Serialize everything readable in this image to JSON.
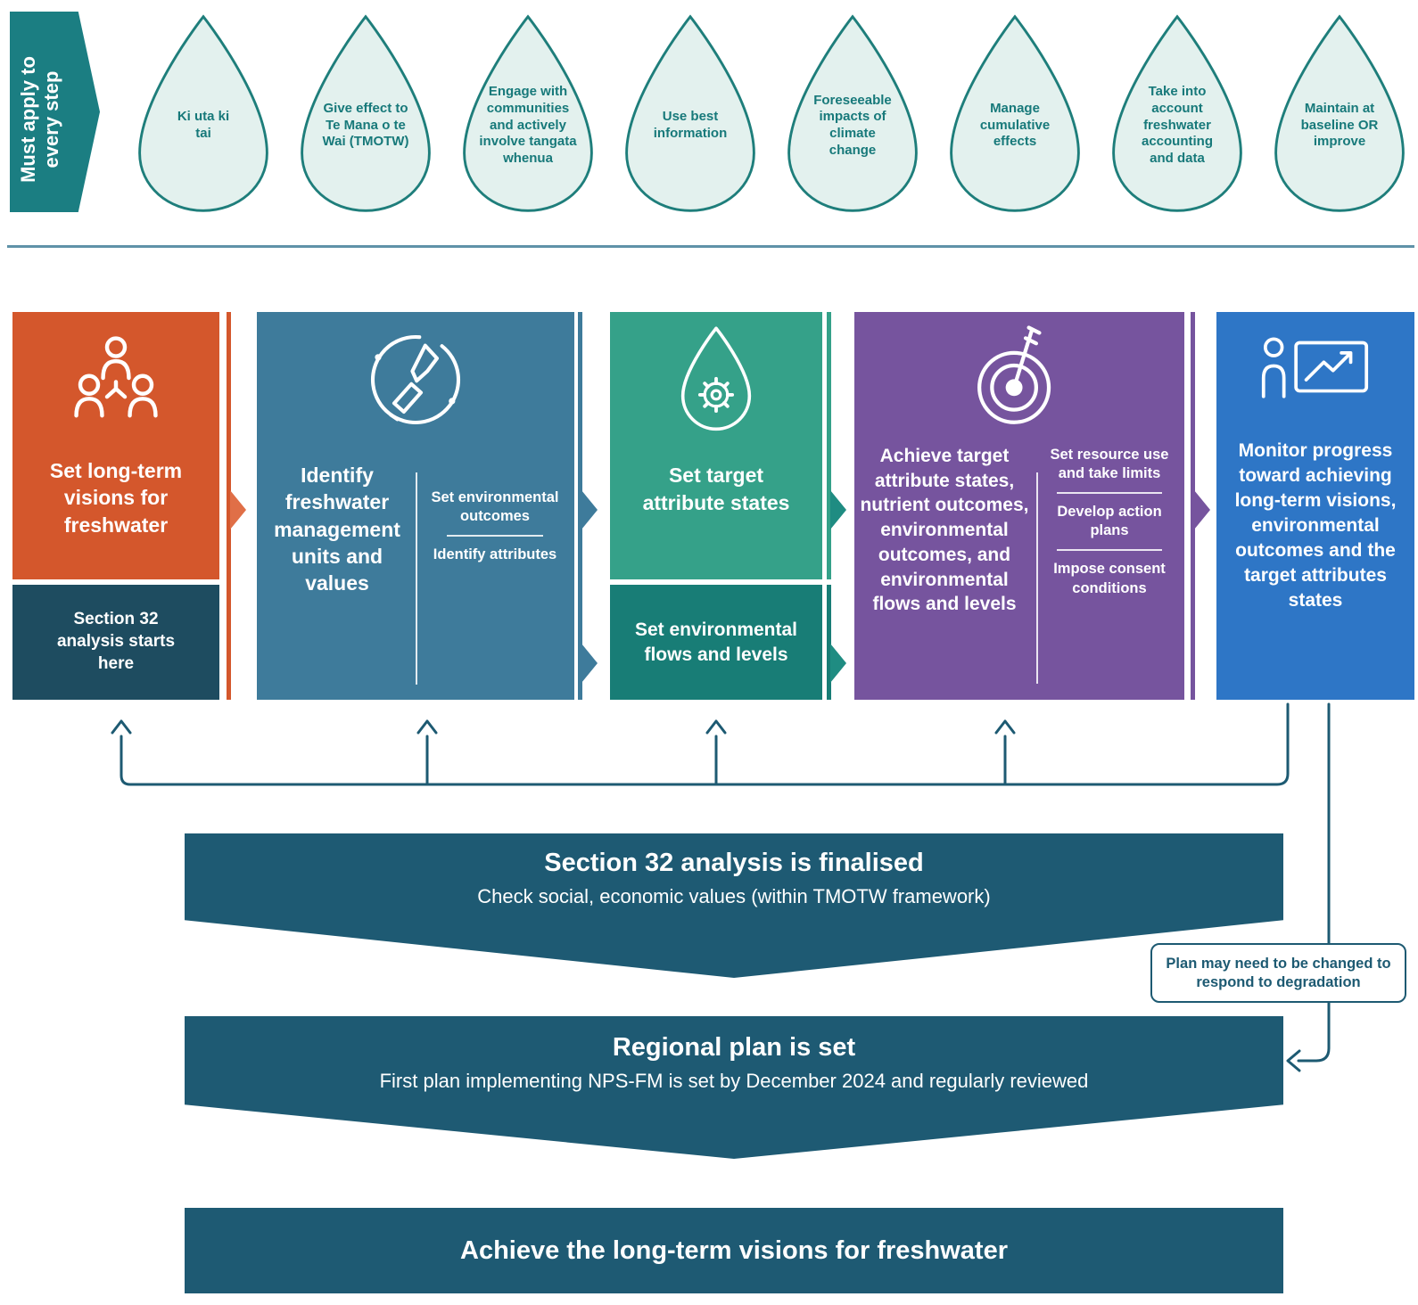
{
  "ribbon": {
    "line1": "Must apply to",
    "line2": "every step"
  },
  "droplets": [
    "Ki uta ki tai",
    "Give effect to Te Mana o te Wai (TMOTW)",
    "Engage with communities and actively involve tangata whenua",
    "Use best information",
    "Foreseeable impacts of climate change",
    "Manage cumulative effects",
    "Take into account freshwater accounting and data",
    "Maintain at baseline OR improve"
  ],
  "steps": {
    "visions": {
      "title": "Set long-term visions for freshwater",
      "note": "Section 32 analysis starts here"
    },
    "fmu": {
      "title": "Identify freshwater management units and values",
      "items": [
        "Set environmental outcomes",
        "Identify attributes"
      ]
    },
    "target": {
      "title": "Set target attribute states",
      "sub": "Set environmental flows and levels"
    },
    "achieve": {
      "title": "Achieve target attribute states, nutrient outcomes, environmental outcomes, and environmental flows and levels",
      "items": [
        "Set resource use and take limits",
        "Develop action plans",
        "Impose consent conditions"
      ]
    },
    "monitor": {
      "title": "Monitor progress toward achieving long-term visions, environmental outcomes and the target attributes states"
    }
  },
  "banners": {
    "section32": {
      "title": "Section 32 analysis is finalised",
      "subtitle": "Check social, economic values (within TMOTW framework)"
    },
    "regional": {
      "title": "Regional plan is set",
      "subtitle": "First plan implementing NPS-FM is set by December 2024 and regularly reviewed"
    },
    "achieve": {
      "title": "Achieve the long-term visions for freshwater"
    }
  },
  "callout": {
    "text": "Plan may need to be changed to respond to degradation"
  },
  "colors": {
    "ribbon_teal": "#1b7e82",
    "droplet_fill": "#e3f1ee",
    "droplet_stroke": "#1e7e7b",
    "droplet_text": "#17797a",
    "divider": "#5f92a8",
    "orange": "#d4572c",
    "orange_arrow": "#e06f47",
    "navy": "#1e4c60",
    "steel_blue": "#3e7b9b",
    "green": "#35a189",
    "dark_green": "#187d76",
    "green_arrow": "#1f8c82",
    "purple": "#76549e",
    "blue": "#2e76c6",
    "banner_teal": "#1e5a73",
    "line_teal": "#1d5a72"
  }
}
